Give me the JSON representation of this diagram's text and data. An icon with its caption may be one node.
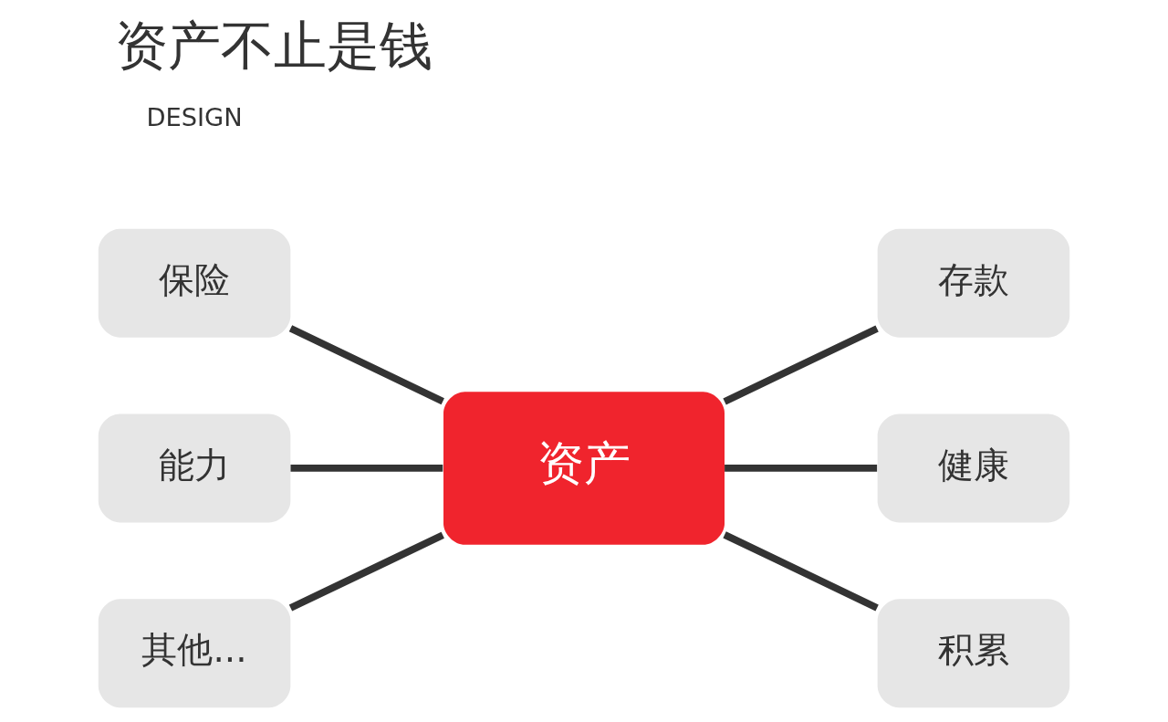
{
  "diagram": {
    "title": "资产不止是钱",
    "nodes": [
      {
        "text": [
          "保险"
        ]
      },
      {
        "text": [
          "存款"
        ]
      },
      {
        "text": [
          "能力"
        ]
      },
      {
        "text": [
          "资产"
        ]
      },
      {
        "text": [
          "健康"
        ]
      },
      {
        "text": [
          "其他..."
        ]
      },
      {
        "text": [
          "积累"
        ]
      }
    ],
    "edges": [
      {
        "from": 0,
        "to": 3,
        "arrow": "none"
      },
      {
        "from": 2,
        "to": 3,
        "arrow": "none"
      },
      {
        "from": 5,
        "to": 3,
        "arrow": "none"
      },
      {
        "from": 3,
        "to": 1,
        "arrow": "none"
      },
      {
        "from": 3,
        "to": 4,
        "arrow": "none"
      },
      {
        "from": 3,
        "to": 6,
        "arrow": "none"
      }
    ],
    "labels": [
      "DESIGN"
    ]
  }
}
